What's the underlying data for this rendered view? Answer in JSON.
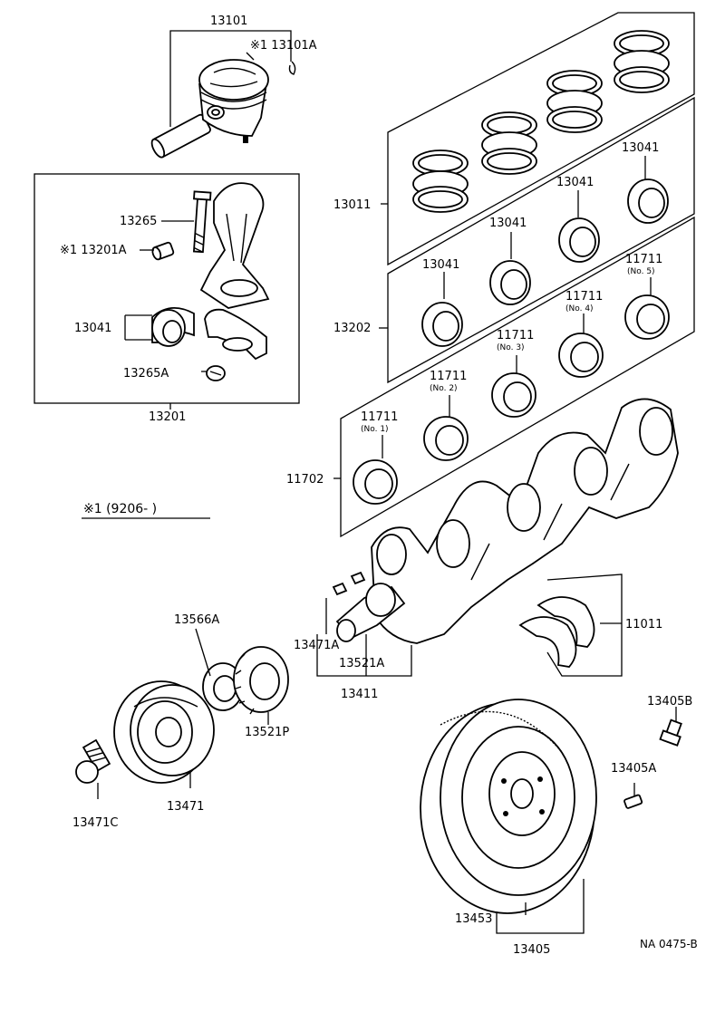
{
  "labels": {
    "p13101": "13101",
    "p13101a": "※1 13101A",
    "p13011": "13011",
    "p13265": "13265",
    "p13201a": "※1 13201A",
    "p13041_rod": "13041",
    "p13265a": "13265A",
    "p13201": "13201",
    "p13202": "13202",
    "p13041_a": "13041",
    "p13041_b": "13041",
    "p13041_c": "13041",
    "p13041_d": "13041",
    "p11711_5": "11711",
    "p11711_4": "11711",
    "p11711_3": "11711",
    "p11711_2": "11711",
    "p11711_1": "11711",
    "p11702": "11702",
    "p11011": "11011",
    "p13566a": "13566A",
    "p13471a": "13471A",
    "p13521a": "13521A",
    "p13411": "13411",
    "p13521p": "13521P",
    "p13471": "13471",
    "p13471c": "13471C",
    "p13405b": "13405B",
    "p13405a": "13405A",
    "p13453": "13453",
    "p13405": "13405"
  },
  "bearing_positions": {
    "no1": "(No. 1)",
    "no2": "(No. 2)",
    "no3": "(No. 3)",
    "no4": "(No. 4)",
    "no5": "(No. 5)"
  },
  "note": "※1 (9206-      )",
  "ref_code": "NA 0475-B"
}
